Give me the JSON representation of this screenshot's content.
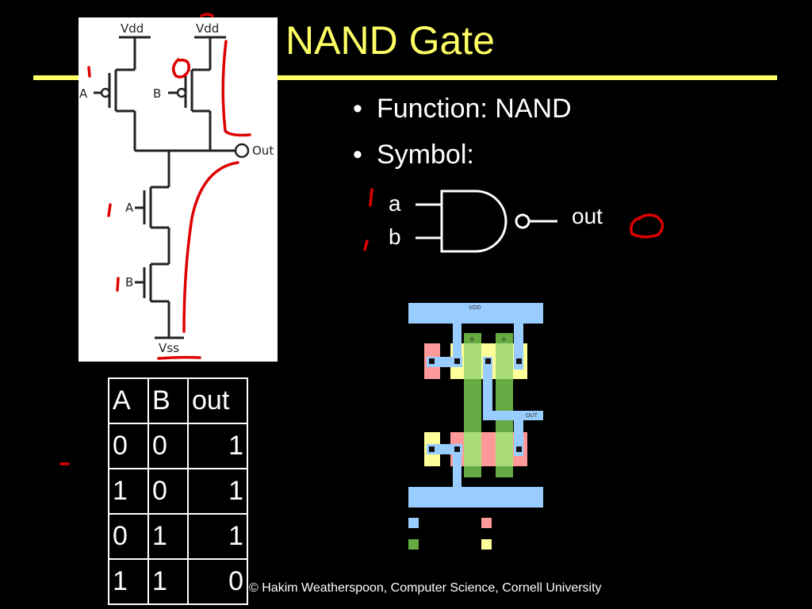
{
  "slide": {
    "title": "NAND Gate",
    "bullets": [
      "Function: NAND",
      "Symbol:"
    ],
    "bullet_glyph": "•",
    "footer": "© Hakim Weatherspoon, Computer Science, Cornell University"
  },
  "schematic": {
    "vdd_left": "Vdd",
    "vdd_right": "Vdd",
    "out": "Out",
    "vss": "Vss",
    "pmos_a": "A",
    "pmos_b": "B",
    "nmos_a": "A",
    "nmos_b": "B"
  },
  "symbol": {
    "input_a": "a",
    "input_b": "b",
    "output": "out"
  },
  "layout_labels": {
    "vdd": "VDD",
    "gate_b": "B",
    "gate_a": "A",
    "out": "OUT"
  },
  "truth_table": {
    "headers": [
      "A",
      "B",
      "out"
    ],
    "rows": [
      [
        "0",
        "0",
        "1"
      ],
      [
        "1",
        "0",
        "1"
      ],
      [
        "0",
        "1",
        "1"
      ],
      [
        "1",
        "1",
        "0"
      ]
    ]
  },
  "colors": {
    "title": "#ffff66",
    "annotation": "#dd0000",
    "metal": "#99ccff",
    "poly": "#66aa44",
    "pdiff": "#ff9999",
    "ndiff": "#ffff99"
  }
}
